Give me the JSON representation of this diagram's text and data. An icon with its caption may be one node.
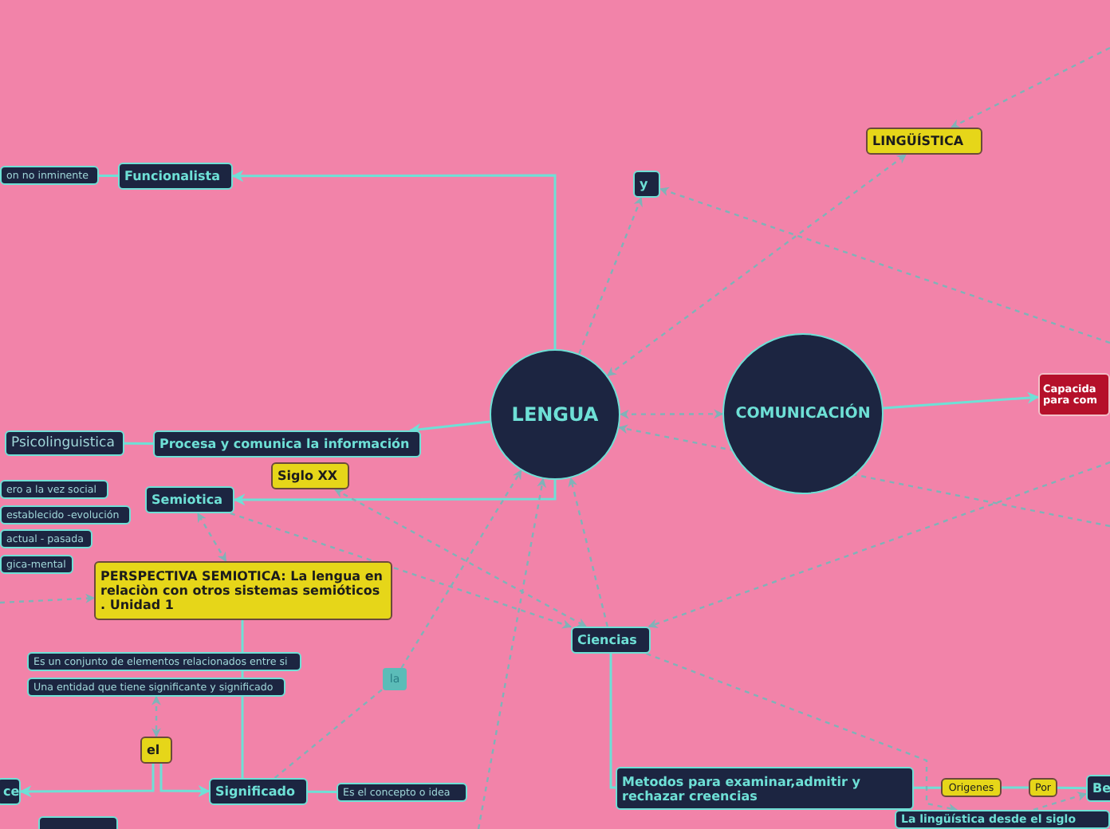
{
  "diagram": {
    "nodes": [
      {
        "text": [
          "LENGUA"
        ]
      },
      {
        "text": [
          "COMUNICACIÓN"
        ]
      },
      {
        "text": [
          "Funcionalista"
        ]
      },
      {
        "text": [
          "on no inminente"
        ]
      },
      {
        "text": [
          "y"
        ]
      },
      {
        "text": [
          "LINGÜÍSTICA"
        ]
      },
      {
        "text": [
          "Capacida para com"
        ]
      },
      {
        "text": [
          "Procesa y comunica la información"
        ]
      },
      {
        "text": [
          "Psicolinguistica"
        ]
      },
      {
        "text": [
          "Siglo XX"
        ]
      },
      {
        "text": [
          "Semiotica"
        ]
      },
      {
        "text": [
          "ero a la vez social"
        ]
      },
      {
        "text": [
          "establecido -evolución"
        ]
      },
      {
        "text": [
          "actual - pasada"
        ]
      },
      {
        "text": [
          "gica-mental"
        ]
      },
      {
        "text": [
          "PERSPECTIVA SEMIOTICA: La lengua en relaciòn con otros sistemas semióticos . Unidad 1"
        ]
      },
      {
        "text": [
          "Es un conjunto de elementos relacionados entre si"
        ]
      },
      {
        "text": [
          "Una entidad que tiene significante y significado"
        ]
      },
      {
        "text": [
          "la"
        ]
      },
      {
        "text": [
          "el"
        ]
      },
      {
        "text": [
          "ce"
        ]
      },
      {
        "text": [
          "Significado"
        ]
      },
      {
        "text": [
          "Es el concepto o idea"
        ]
      },
      {
        "text": [
          "Ciencias"
        ]
      },
      {
        "text": [
          "Metodos para examinar,admitir y rechazar creencias"
        ]
      },
      {
        "text": [
          "Origenes"
        ]
      },
      {
        "text": [
          "Por"
        ]
      },
      {
        "text": [
          "Be"
        ]
      },
      {
        "text": [
          "La lingüística desde el siglo"
        ]
      },
      {
        "text": [],
        "shape": "box"
      }
    ],
    "edges": [
      {
        "from": 0,
        "to": 2,
        "arrow": "to"
      },
      {
        "from": 2,
        "to": 3,
        "arrow": "none"
      },
      {
        "from": 0,
        "to": 7,
        "arrow": "to"
      },
      {
        "from": 7,
        "to": 8,
        "arrow": "none"
      },
      {
        "from": 0,
        "to": 10,
        "arrow": "to"
      },
      {
        "from": 1,
        "to": 6,
        "arrow": "to"
      },
      {
        "from": 23,
        "to": 24,
        "arrow": "none"
      },
      {
        "from": 24,
        "to": 25,
        "arrow": "none"
      },
      {
        "from": 25,
        "to": 26,
        "arrow": "none"
      },
      {
        "from": 26,
        "to": 27,
        "arrow": "none"
      },
      {
        "from": 15,
        "to": 21,
        "arrow": "none"
      },
      {
        "from": 19,
        "to": 20,
        "arrow": "to"
      },
      {
        "from": 19,
        "to": 21,
        "arrow": "to"
      },
      {
        "from": 21,
        "to": 22,
        "arrow": "none"
      },
      {
        "from": 17,
        "to": 19,
        "arrow": "both",
        "style": "dashed",
        "color": "#7fb3b8"
      },
      {
        "from": 1,
        "to": 0,
        "arrow": "both",
        "style": "dashed",
        "color": "#7fb3b8"
      },
      {
        "from": null,
        "to": 0,
        "arrow": "to",
        "style": "dashed",
        "color": "#7fb3b8"
      },
      {
        "from": 0,
        "to": 4,
        "arrow": "to",
        "style": "dashed",
        "color": "#7fb3b8"
      },
      {
        "from": null,
        "to": 4,
        "arrow": "to",
        "style": "dashed",
        "color": "#7fb3b8"
      },
      {
        "from": 0,
        "to": 5,
        "arrow": "both",
        "style": "dashed",
        "color": "#7fb3b8"
      },
      {
        "from": null,
        "to": 5,
        "arrow": "to",
        "style": "dashed",
        "color": "#7fb3b8"
      },
      {
        "from": 9,
        "to": 23,
        "arrow": "both",
        "style": "dashed",
        "color": "#7fb3b8"
      },
      {
        "from": 10,
        "to": 23,
        "arrow": "to",
        "style": "dashed",
        "color": "#7fb3b8"
      },
      {
        "from": 23,
        "to": 0,
        "arrow": "to",
        "style": "dashed",
        "color": "#7fb3b8"
      },
      {
        "from": 18,
        "to": 0,
        "arrow": "to",
        "style": "dashed",
        "color": "#7fb3b8"
      },
      {
        "from": 21,
        "to": 18,
        "arrow": "none",
        "style": "dashed",
        "color": "#7fb3b8"
      },
      {
        "from": null,
        "to": 0,
        "arrow": "to",
        "style": "dashed",
        "color": "#7fb3b8"
      },
      {
        "from": 23,
        "to": 28,
        "arrow": "to",
        "style": "dashed",
        "color": "#7fb3b8"
      },
      {
        "from": null,
        "to": 23,
        "arrow": "to",
        "style": "dashed",
        "color": "#7fb3b8"
      },
      {
        "from": null,
        "to": 15,
        "arrow": "to",
        "style": "dashed",
        "color": "#7fb3b8"
      },
      {
        "from": 15,
        "to": 10,
        "arrow": "both",
        "style": "dashed",
        "color": "#7fb3b8"
      },
      {
        "from": 28,
        "to": 27,
        "arrow": "to",
        "style": "dashed",
        "color": "#7fb3b8"
      }
    ]
  }
}
